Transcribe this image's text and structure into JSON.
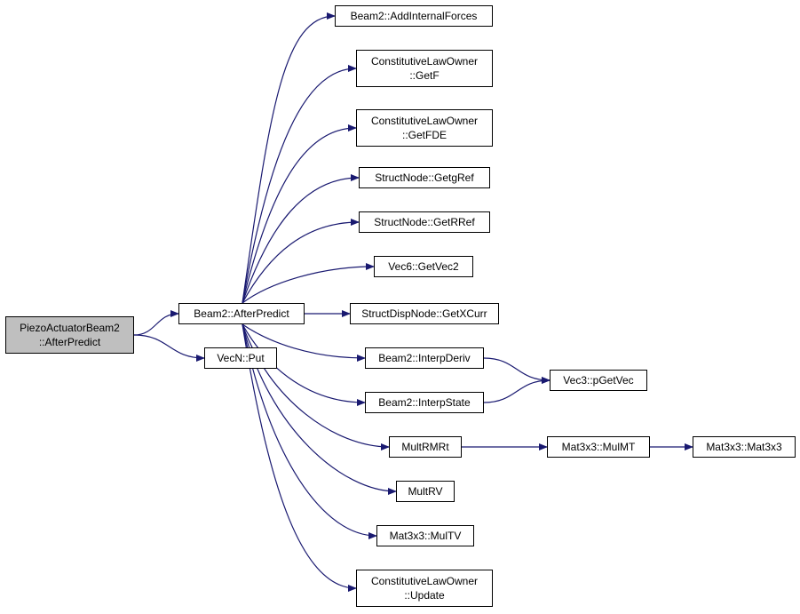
{
  "colors": {
    "edge": "#191970",
    "root_fill": "#bfbfbf",
    "node_fill": "#ffffff",
    "border": "#000000"
  },
  "nodes": [
    {
      "id": "root",
      "lines": [
        "PiezoActuatorBeam2",
        "::AfterPredict"
      ]
    },
    {
      "id": "afterpredict",
      "lines": [
        "Beam2::AfterPredict"
      ]
    },
    {
      "id": "vecnput",
      "lines": [
        "VecN::Put"
      ]
    },
    {
      "id": "addinternal",
      "lines": [
        "Beam2::AddInternalForces"
      ]
    },
    {
      "id": "getf",
      "lines": [
        "ConstitutiveLawOwner",
        "::GetF"
      ]
    },
    {
      "id": "getfde",
      "lines": [
        "ConstitutiveLawOwner",
        "::GetFDE"
      ]
    },
    {
      "id": "getgref",
      "lines": [
        "StructNode::GetgRef"
      ]
    },
    {
      "id": "getrref",
      "lines": [
        "StructNode::GetRRef"
      ]
    },
    {
      "id": "getvec2",
      "lines": [
        "Vec6::GetVec2"
      ]
    },
    {
      "id": "getxcurr",
      "lines": [
        "StructDispNode::GetXCurr"
      ]
    },
    {
      "id": "interpderiv",
      "lines": [
        "Beam2::InterpDeriv"
      ]
    },
    {
      "id": "interpstate",
      "lines": [
        "Beam2::InterpState"
      ]
    },
    {
      "id": "multrmrt",
      "lines": [
        "MultRMRt"
      ]
    },
    {
      "id": "multrv",
      "lines": [
        "MultRV"
      ]
    },
    {
      "id": "multv",
      "lines": [
        "Mat3x3::MulTV"
      ]
    },
    {
      "id": "update",
      "lines": [
        "ConstitutiveLawOwner",
        "::Update"
      ]
    },
    {
      "id": "pgetvec",
      "lines": [
        "Vec3::pGetVec"
      ]
    },
    {
      "id": "mulmt",
      "lines": [
        "Mat3x3::MulMT"
      ]
    },
    {
      "id": "mat3x3",
      "lines": [
        "Mat3x3::Mat3x3"
      ]
    }
  ],
  "edges": [
    [
      "root",
      "afterpredict"
    ],
    [
      "root",
      "vecnput"
    ],
    [
      "afterpredict",
      "addinternal"
    ],
    [
      "afterpredict",
      "getf"
    ],
    [
      "afterpredict",
      "getfde"
    ],
    [
      "afterpredict",
      "getgref"
    ],
    [
      "afterpredict",
      "getrref"
    ],
    [
      "afterpredict",
      "getvec2"
    ],
    [
      "afterpredict",
      "getxcurr"
    ],
    [
      "afterpredict",
      "interpderiv"
    ],
    [
      "afterpredict",
      "interpstate"
    ],
    [
      "afterpredict",
      "multrmrt"
    ],
    [
      "afterpredict",
      "multrv"
    ],
    [
      "afterpredict",
      "multv"
    ],
    [
      "afterpredict",
      "update"
    ],
    [
      "interpderiv",
      "pgetvec"
    ],
    [
      "interpstate",
      "pgetvec"
    ],
    [
      "multrmrt",
      "mulmt"
    ],
    [
      "mulmt",
      "mat3x3"
    ]
  ]
}
